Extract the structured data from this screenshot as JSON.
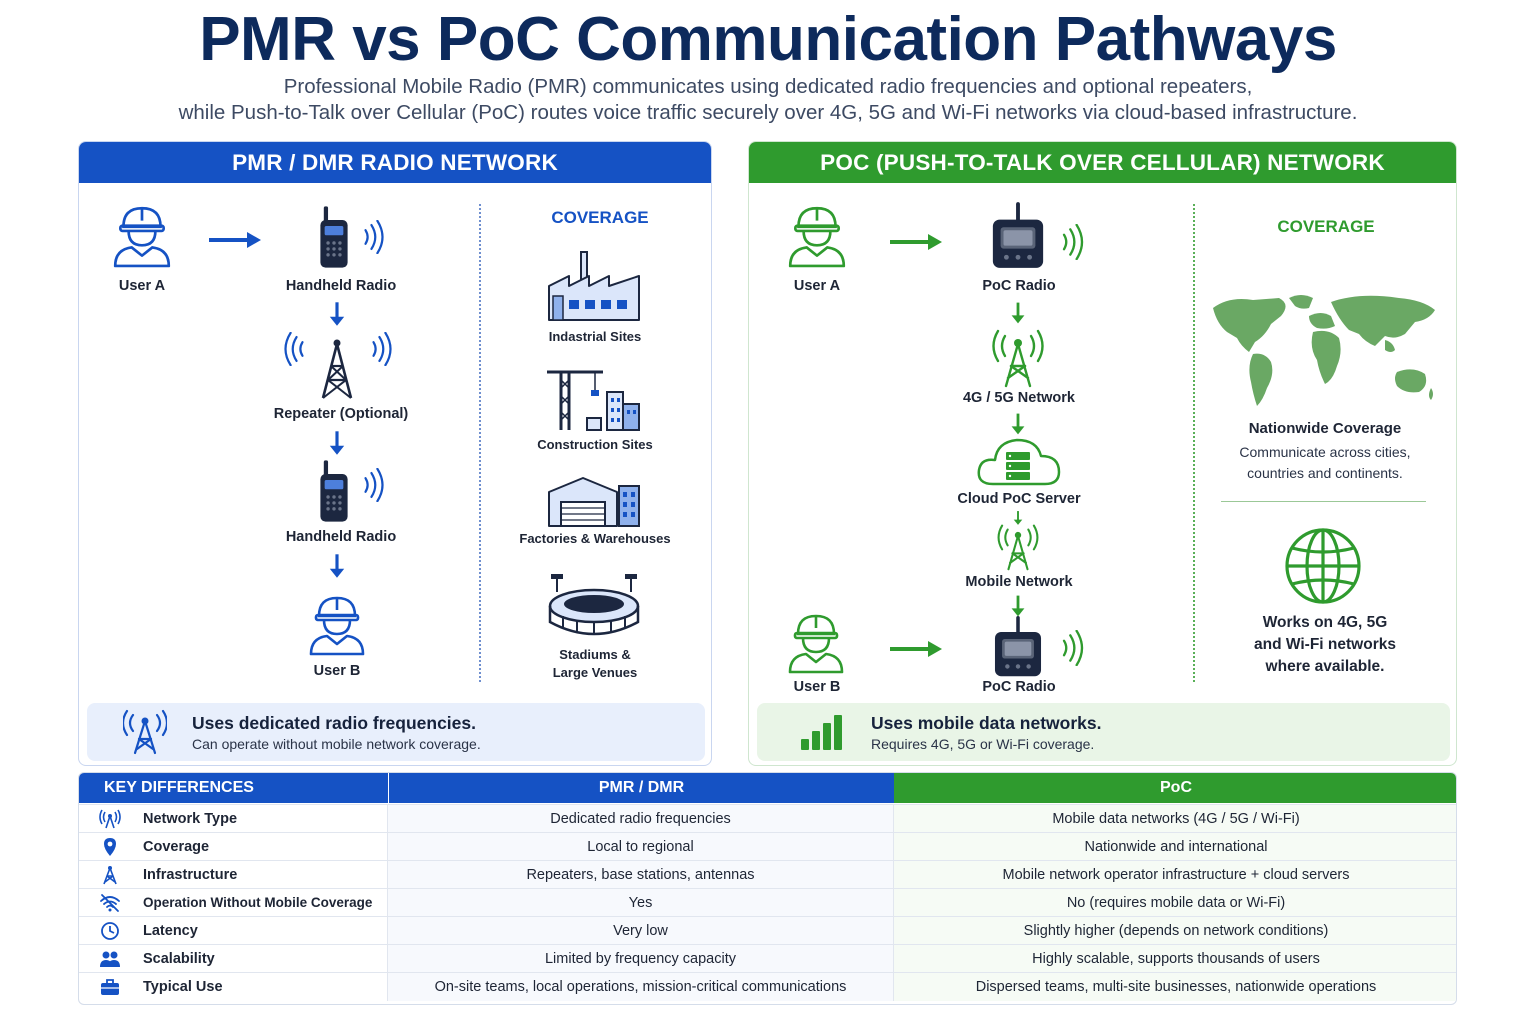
{
  "title": "PMR vs PoC Communication Pathways",
  "subtitle_line1": "Professional Mobile Radio (PMR) communicates using dedicated radio frequencies and optional repeaters,",
  "subtitle_line2": "while Push-to-Talk over Cellular (PoC) routes voice traffic securely over 4G, 5G and Wi-Fi networks via cloud-based infrastructure.",
  "colors": {
    "pmr_blue": "#1552c4",
    "poc_green": "#2f9b2e",
    "title_navy": "#0d2a5c"
  },
  "pmr": {
    "header": "PMR / DMR RADIO NETWORK",
    "user_a": "User A",
    "handheld_1": "Handheld Radio",
    "repeater": "Repeater (Optional)",
    "handheld_2": "Handheld Radio",
    "user_b": "User B",
    "coverage_title": "COVERAGE",
    "coverage_items": [
      "Indastrial Sites",
      "Construction Sites",
      "Factories & Warehouses",
      "Stadiums &",
      "Large Venues"
    ],
    "note_title": "Uses dedicated radio frequencies.",
    "note_sub": "Can operate without mobile network coverage."
  },
  "poc": {
    "header": "POC (PUSH-TO-TALK OVER CELLULAR) NETWORK",
    "user_a": "User A",
    "poc_radio_1": "PoC Radio",
    "network_4g5g": "4G / 5G Network",
    "cloud_server": "Cloud PoC Server",
    "mobile_network": "Mobile Network",
    "user_b": "User B",
    "poc_radio_2": "PoC Radio",
    "coverage_title": "COVERAGE",
    "nationwide_title": "Nationwide Coverage",
    "nationwide_line1": "Communicate across cities,",
    "nationwide_line2": "countries and continents.",
    "works_line1": "Works on 4G, 5G",
    "works_line2": "and Wi-Fi networks",
    "works_line3": "where available.",
    "note_title": "Uses mobile data networks.",
    "note_sub": "Requires 4G, 5G or Wi-Fi coverage."
  },
  "table": {
    "headers": [
      "KEY DIFFERENCES",
      "PMR / DMR",
      "PoC"
    ],
    "rows": [
      {
        "icon": "antenna-icon",
        "key": "Network Type",
        "pmr": "Dedicated radio frequencies",
        "poc": "Mobile data networks (4G / 5G / Wi-Fi)"
      },
      {
        "icon": "location-pin-icon",
        "key": "Coverage",
        "pmr": "Local to regional",
        "poc": "Nationwide and international"
      },
      {
        "icon": "tower-icon",
        "key": "Infrastructure",
        "pmr": "Repeaters, base stations, antennas",
        "poc": "Mobile network operator infrastructure + cloud servers"
      },
      {
        "icon": "no-wifi-icon",
        "key": "Operation Without Mobile Coverage",
        "pmr": "Yes",
        "poc": "No (requires mobile data or Wi-Fi)"
      },
      {
        "icon": "clock-icon",
        "key": "Latency",
        "pmr": "Very low",
        "poc": "Slightly higher (depends on network conditions)"
      },
      {
        "icon": "users-icon",
        "key": "Scalability",
        "pmr": "Limited by frequency capacity",
        "poc": "Highly scalable, supports thousands of users"
      },
      {
        "icon": "briefcase-icon",
        "key": "Typical Use",
        "pmr": "On-site teams, local operations, mission-critical communications",
        "poc": "Dispersed teams, multi-site businesses, nationwide operations"
      }
    ]
  }
}
